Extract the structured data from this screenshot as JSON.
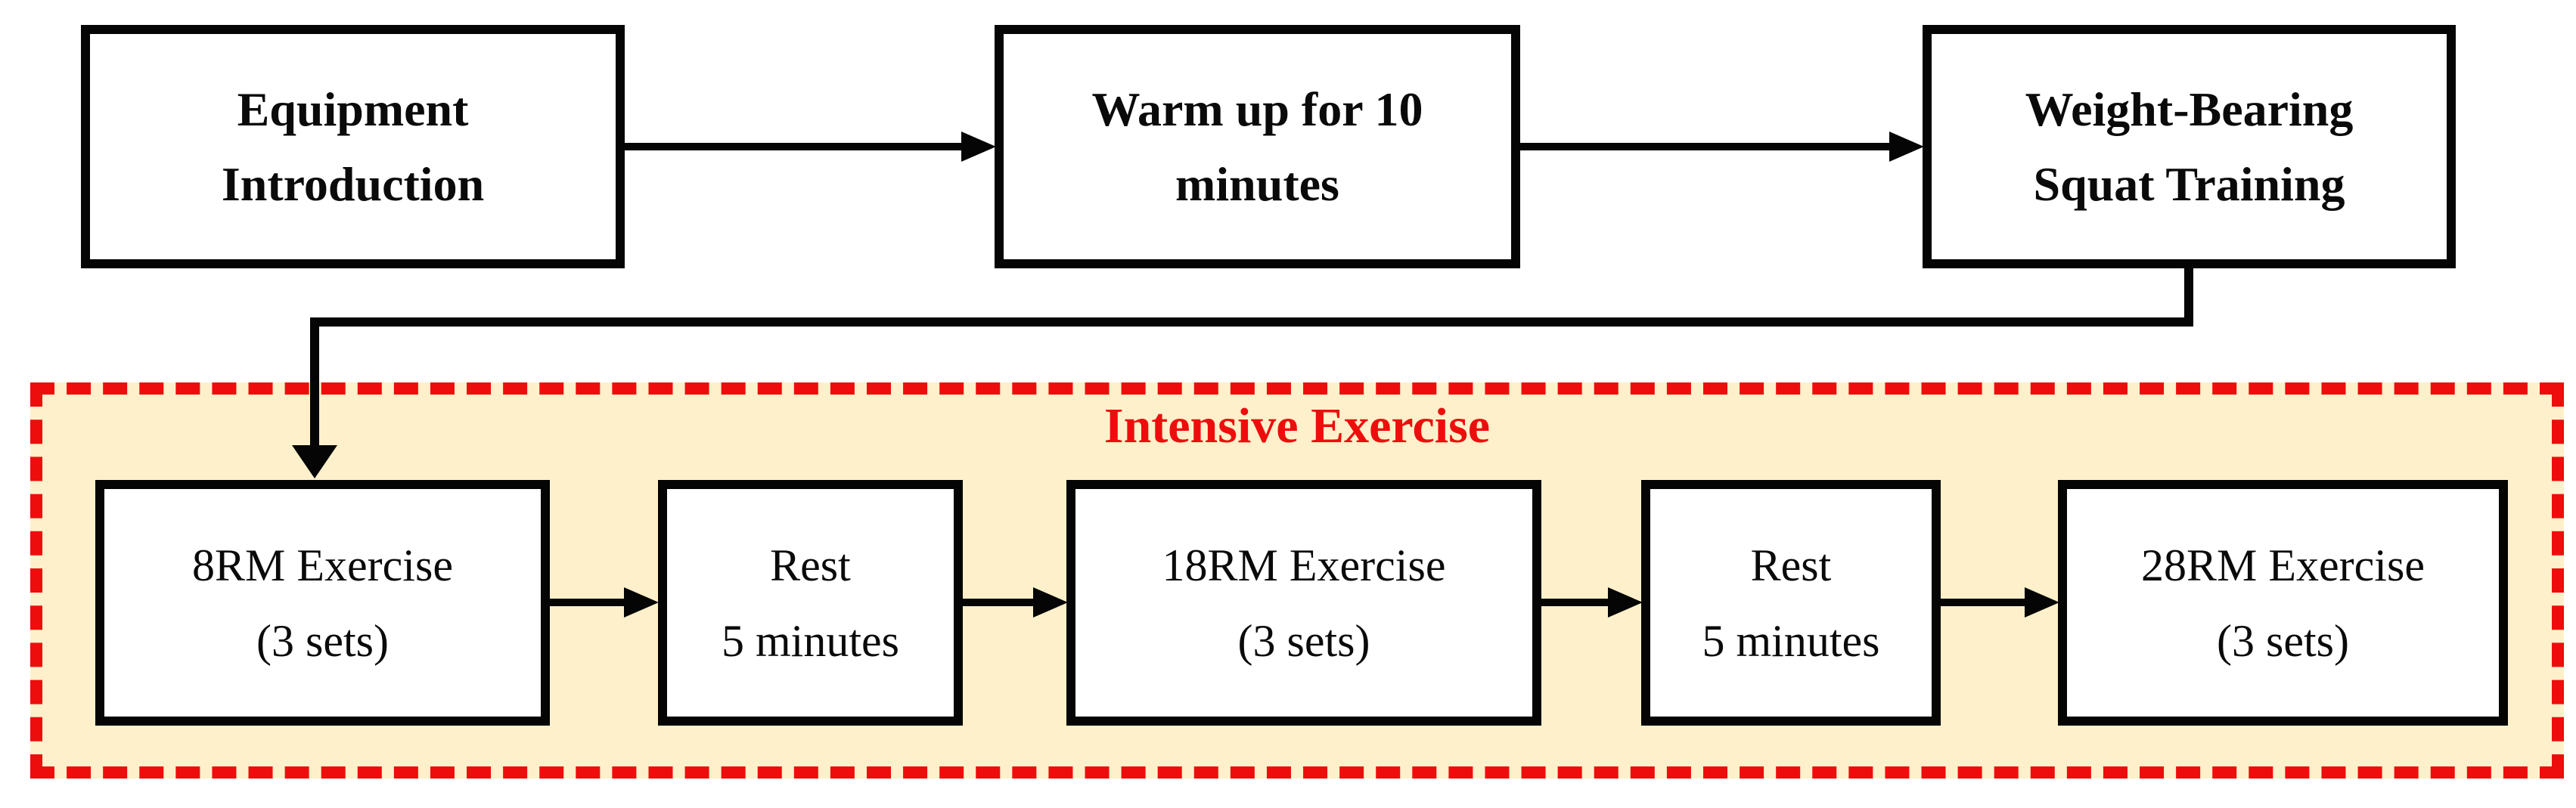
{
  "diagram": {
    "type": "flowchart",
    "top_row": [
      {
        "id": "equipment-introduction",
        "line1": "Equipment",
        "line2": "Introduction"
      },
      {
        "id": "warm-up",
        "line1": "Warm up for 10",
        "line2": "minutes"
      },
      {
        "id": "weight-bearing-squat-training",
        "line1": "Weight-Bearing",
        "line2": "Squat Training"
      }
    ],
    "group": {
      "label": "Intensive Exercise",
      "steps": [
        {
          "id": "8rm-exercise",
          "line1": "8RM Exercise",
          "line2": "(3 sets)"
        },
        {
          "id": "rest-1",
          "line1": "Rest",
          "line2": "5 minutes"
        },
        {
          "id": "18rm-exercise",
          "line1": "18RM Exercise",
          "line2": "(3 sets)"
        },
        {
          "id": "rest-2",
          "line1": "Rest",
          "line2": "5 minutes"
        },
        {
          "id": "28rm-exercise",
          "line1": "28RM Exercise",
          "line2": "(3 sets)"
        }
      ]
    },
    "edges": [
      {
        "from": "equipment-introduction",
        "to": "warm-up"
      },
      {
        "from": "warm-up",
        "to": "weight-bearing-squat-training"
      },
      {
        "from": "weight-bearing-squat-training",
        "to": "8rm-exercise"
      },
      {
        "from": "8rm-exercise",
        "to": "rest-1"
      },
      {
        "from": "rest-1",
        "to": "18rm-exercise"
      },
      {
        "from": "18rm-exercise",
        "to": "rest-2"
      },
      {
        "from": "rest-2",
        "to": "28rm-exercise"
      }
    ],
    "colors": {
      "box_border": "#050505",
      "group_border": "#EE0D0D",
      "group_title": "#EE0D0D",
      "group_background": "#FEF0CA",
      "page_background": "#FFFFFF"
    }
  }
}
